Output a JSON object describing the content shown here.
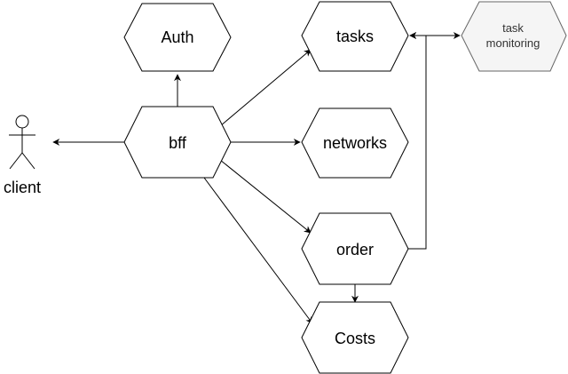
{
  "diagram": {
    "nodes": [
      {
        "id": "auth",
        "label": "Auth"
      },
      {
        "id": "tasks",
        "label": "tasks"
      },
      {
        "id": "task_monitoring",
        "label_lines": [
          "task",
          "monitoring"
        ]
      },
      {
        "id": "bff",
        "label": "bff"
      },
      {
        "id": "networks",
        "label": "networks"
      },
      {
        "id": "order",
        "label": "order"
      },
      {
        "id": "costs",
        "label": "Costs"
      }
    ],
    "actor": {
      "id": "client",
      "label": "client"
    },
    "edges": [
      {
        "from": "bff",
        "to": "auth"
      },
      {
        "from": "bff",
        "to": "tasks"
      },
      {
        "from": "bff",
        "to": "networks"
      },
      {
        "from": "bff",
        "to": "order"
      },
      {
        "from": "bff",
        "to": "costs"
      },
      {
        "from": "bff",
        "to": "client"
      },
      {
        "from": "order",
        "to": "costs"
      },
      {
        "from": "order",
        "to": "tasks"
      },
      {
        "from": "tasks",
        "to": "task_monitoring",
        "bidirectional": true
      }
    ],
    "colors": {
      "stroke": "#000000",
      "fill": "#ffffff",
      "muted_fill": "#f5f5f5",
      "muted_stroke": "#666666",
      "muted_text": "#333333"
    }
  }
}
